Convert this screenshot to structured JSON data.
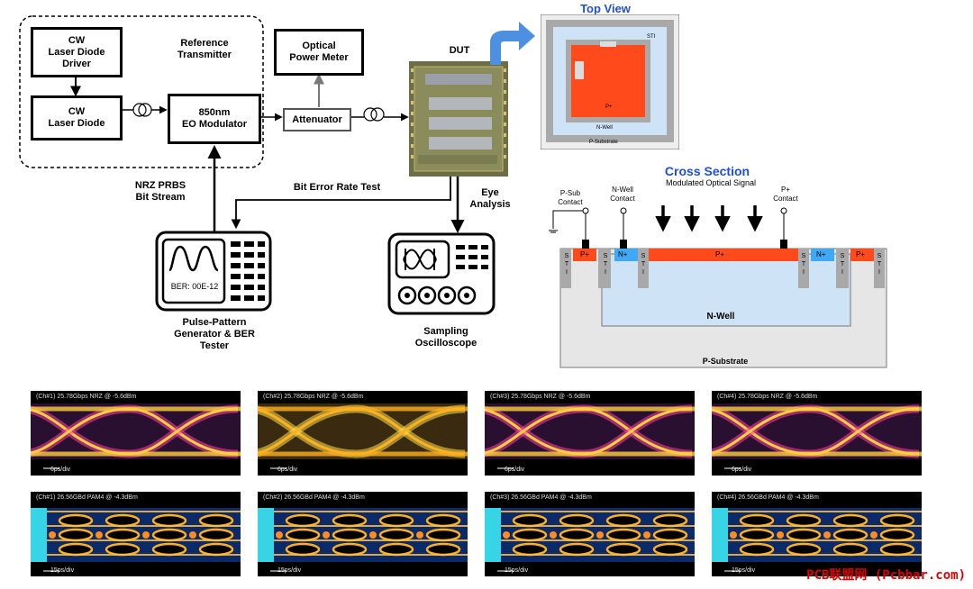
{
  "setup": {
    "cw_driver": "CW\nLaser Diode\nDriver",
    "cw_diode": "CW\nLaser Diode",
    "ref_tx": "Reference\nTransmitter",
    "modulator": "850nm\nEO Modulator",
    "power_meter": "Optical\nPower Meter",
    "attenuator": "Attenuator",
    "dut": "DUT",
    "nrz_prbs": "NRZ PRBS\nBit Stream",
    "bert_label": "Bit Error Rate Test",
    "eye_analysis": "Eye\nAnalysis",
    "ppg_name": "Pulse-Pattern\nGenerator & BER\nTester",
    "ber_screen": "BER: 00E-12",
    "scope_name": "Sampling\nOscilloscope"
  },
  "top_view": {
    "title": "Top View",
    "sti": "STI",
    "p_plus": "P+",
    "n_well": "N-Well",
    "p_sub": "P-Substrate"
  },
  "cross_section": {
    "title": "Cross Section",
    "modulated": "Modulated Optical Signal",
    "psub_contact": "P-Sub\nContact",
    "nwell_contact": "N-Well\nContact",
    "pplus_contact": "P+\nContact",
    "p_plus": "P+",
    "n_plus": "N+",
    "sti": "S\nT\nI",
    "n_well": "N-Well",
    "p_sub": "P-Substrate"
  },
  "eyes_nrz": [
    {
      "caption": "(Ch#1) 25.78Gbps NRZ @ -5.6dBm",
      "scale": "6ps/div"
    },
    {
      "caption": "(Ch#2) 25.78Gbps NRZ @ -5.6dBm",
      "scale": "6ps/div"
    },
    {
      "caption": "(Ch#3) 25.78Gbps NRZ @ -5.6dBm",
      "scale": "6ps/div"
    },
    {
      "caption": "(Ch#4) 25.78Gbps NRZ @ -5.6dBm",
      "scale": "6ps/div"
    }
  ],
  "eyes_pam4": [
    {
      "caption": "(Ch#1) 26.56GBd PAM4 @ -4.3dBm",
      "scale": "15ps/div"
    },
    {
      "caption": "(Ch#2) 26.56GBd PAM4 @ -4.3dBm",
      "scale": "15ps/div"
    },
    {
      "caption": "(Ch#3) 26.56GBd PAM4 @ -4.3dBm",
      "scale": "15ps/div"
    },
    {
      "caption": "(Ch#4) 26.56GBd PAM4 @ -4.3dBm",
      "scale": "15ps/div"
    }
  ],
  "watermark": "PCB联盟网 (Pcbbar.com)",
  "colors": {
    "p_plus": "#ff4a1c",
    "n_plus": "#3fa9f5",
    "n_well": "#cfe3f7",
    "p_sub": "#e6e6e6",
    "sti": "#a9a9a9",
    "title_blue": "#1f4fd6",
    "arrow_blue": "#4d8fe0"
  }
}
